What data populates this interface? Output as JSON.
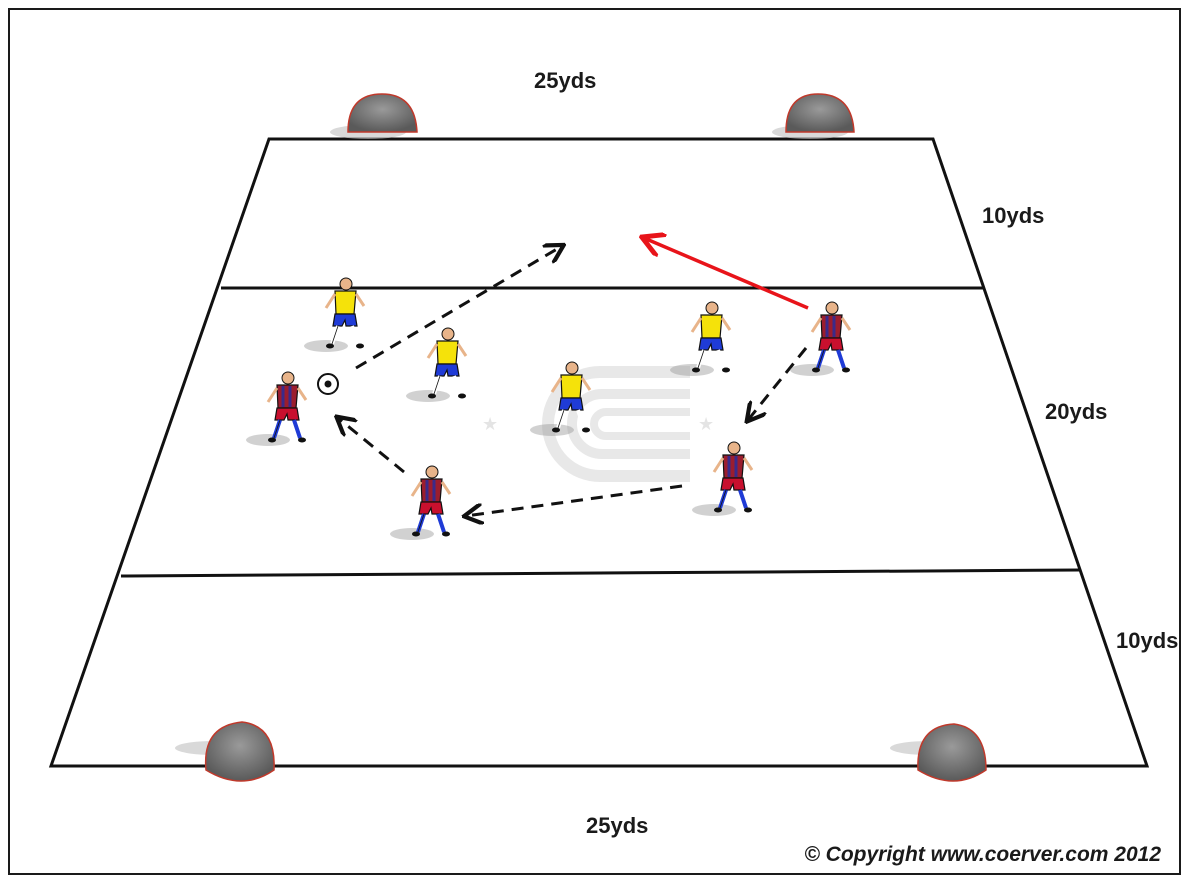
{
  "labels": {
    "top_width": "25yds",
    "bottom_width": "25yds",
    "top_zone_depth": "10yds",
    "middle_zone_depth": "20yds",
    "bottom_zone_depth": "10yds"
  },
  "copyright": "© Copyright www.coerver.com 2012",
  "colors": {
    "team_red_shirt": "#9b1d2e",
    "team_red_stripe": "#3a2a8a",
    "team_red_shorts": "#c8102e",
    "team_yellow_shirt": "#f5e20a",
    "team_shorts_blue": "#1f3bd6",
    "pass_arrow": "#111111",
    "run_arrow": "#e8141a",
    "goal": "#707070",
    "goal_outline": "#c0392b",
    "watermark": "#d9d9d9"
  },
  "icons": [
    "goal-icon",
    "player-icon",
    "ball-icon",
    "arrow-icon",
    "coerver-logo-watermark"
  ]
}
